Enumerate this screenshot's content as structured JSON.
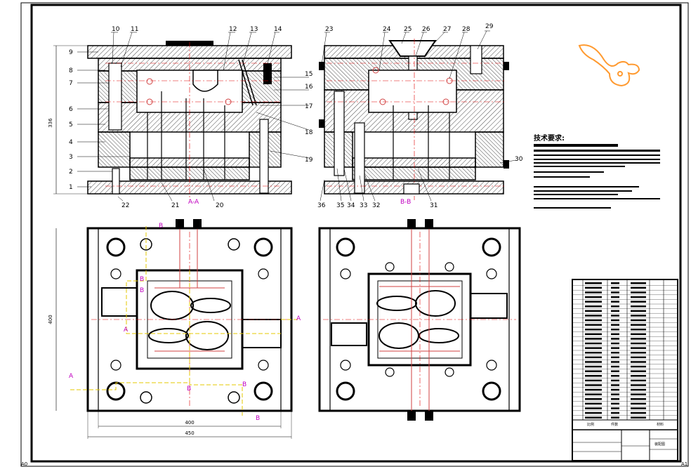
{
  "colors": {
    "line": "#000000",
    "centerline": "#e00000",
    "hatch": "#000000",
    "section": "#c000c0",
    "yellow": "#e6c800",
    "cooling": "#d04040",
    "logo": "#ff9a30"
  },
  "part_numbers_left": [
    "1",
    "2",
    "3",
    "4",
    "5",
    "6",
    "7",
    "8",
    "9"
  ],
  "part_numbers_top": [
    "10",
    "11",
    "12",
    "13",
    "14",
    "23",
    "24",
    "25",
    "26",
    "27",
    "28",
    "29"
  ],
  "part_numbers_right": [
    "15",
    "16",
    "17",
    "18",
    "19",
    "30"
  ],
  "part_numbers_bottom": [
    "22",
    "21",
    "20",
    "36",
    "35",
    "34",
    "33",
    "32",
    "31"
  ],
  "section_labels": {
    "left_view": "A-A",
    "right_view": "B-B",
    "a": "A",
    "b": "B"
  },
  "dimensions": {
    "height_336": "336",
    "height_400": "400",
    "width_400": "400",
    "width_450": "450"
  },
  "tech_requirements": {
    "title": "技术要求:"
  },
  "corner_labels": {
    "bottom_left": "A0",
    "bottom_right": "A1"
  },
  "title_block": {
    "unit": "比例",
    "qty": "件数",
    "material": "材料",
    "drawing": "装配图"
  }
}
